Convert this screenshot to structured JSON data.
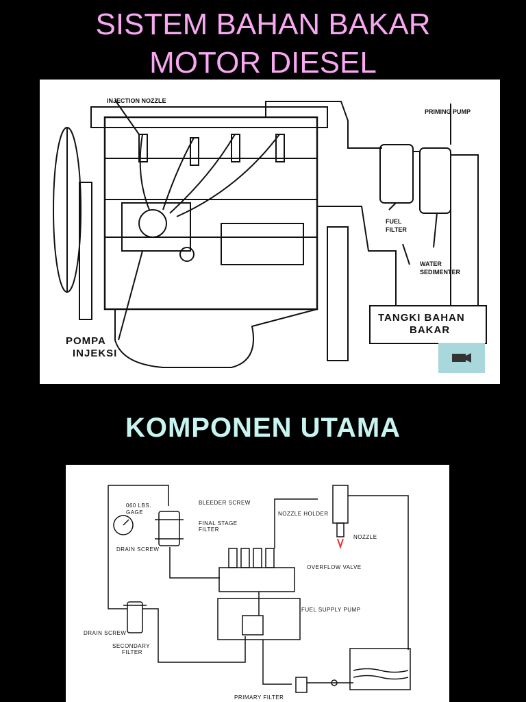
{
  "title": {
    "line1": "SISTEM BAHAN BAKAR",
    "line2": "MOTOR DIESEL"
  },
  "diagram1": {
    "labels": {
      "injection_nozzle": "INJECTION NOZZLE",
      "priming_pump": "PRIMING PUMP",
      "fuel_filter_1": "FUEL",
      "fuel_filter_2": "FILTER",
      "water_sed_1": "WATER",
      "water_sed_2": "SEDIMENTER",
      "tank_1": "TANGKI  BAHAN",
      "tank_2": "BAKAR",
      "pump_1": "POMPA",
      "pump_2": "INJEKSI"
    },
    "video_icon": "video-camera-icon"
  },
  "subtitle": "KOMPONEN UTAMA",
  "diagram2": {
    "labels": {
      "gage_1": "060 LBS.",
      "gage_2": "GAGE",
      "bleeder": "BLEEDER SCREW",
      "final_1": "FINAL STAGE",
      "final_2": "FILTER",
      "drain1": "DRAIN SCREW",
      "nozzle_holder": "NOZZLE HOLDER",
      "nozzle": "NOZZLE",
      "overflow": "OVERFLOW VALVE",
      "supply": "FUEL SUPPLY PUMP",
      "drain2": "DRAIN SCREW",
      "secondary_1": "SECONDARY",
      "secondary_2": "FILTER",
      "primary": "PRIMARY FILTER"
    }
  }
}
